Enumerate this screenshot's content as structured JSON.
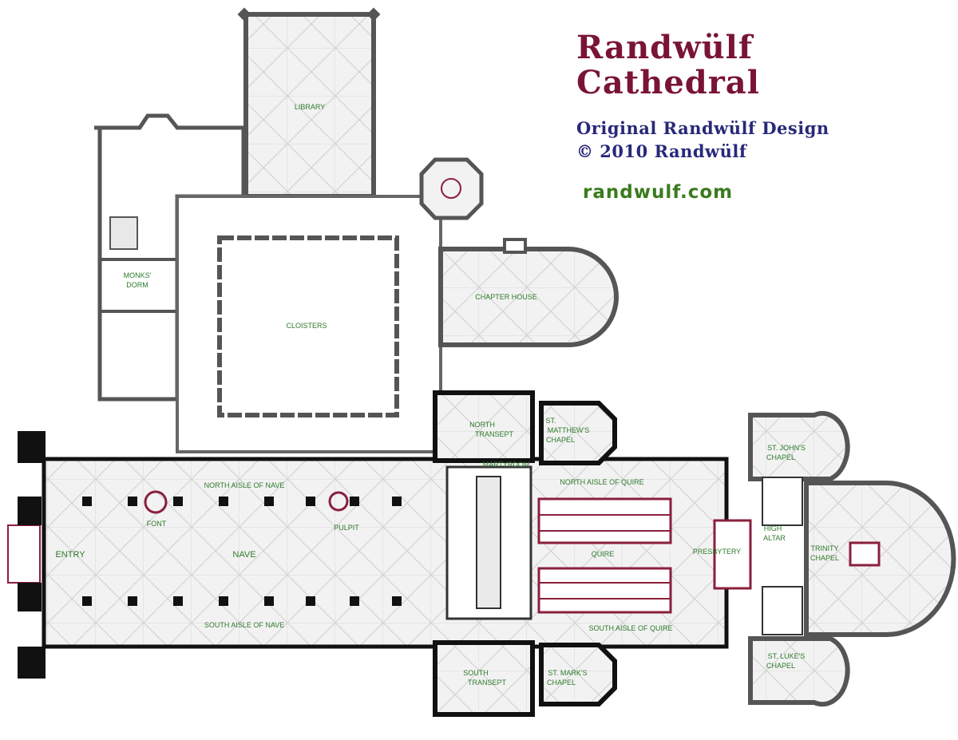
{
  "title": {
    "line1": "Randwülf",
    "line2": "Cathedral",
    "subtitle1": "Original Randwülf Design",
    "subtitle2": "© 2010 Randwülf",
    "website": "randwulf.com"
  },
  "rooms": {
    "library": "LIBRARY",
    "monks_dorm_1": "MONKS'",
    "monks_dorm_2": "DORM",
    "cloisters": "CLOISTERS",
    "chapter_house": "CHAPTER HOUSE",
    "north_transept_1": "NORTH",
    "north_transept_2": "TRANSEPT",
    "st_matthews_1": "ST.",
    "st_matthews_2": "MATTHEW'S",
    "st_matthews_3": "CHAPEL",
    "martyrdom": "MARTYRDOM",
    "north_aisle_nave": "NORTH AISLE OF NAVE",
    "font": "FONT",
    "pulpit": "PULPIT",
    "entry": "ENTRY",
    "nave": "NAVE",
    "south_aisle_nave": "SOUTH AISLE OF NAVE",
    "north_aisle_quire": "NORTH AISLE OF QUIRE",
    "quire": "QUIRE",
    "presbytery": "PRESBYTERY",
    "high_altar_1": "HIGH",
    "high_altar_2": "ALTAR",
    "trinity_chapel_1": "TRINITY",
    "trinity_chapel_2": "CHAPEL",
    "st_johns_1": "ST. JOHN'S",
    "st_johns_2": "CHAPEL",
    "south_aisle_quire": "SOUTH AISLE OF QUIRE",
    "south_transept_1": "SOUTH",
    "south_transept_2": "TRANSEPT",
    "st_marks_1": "ST. MARK'S",
    "st_marks_2": "CHAPEL",
    "st_lukes_1": "ST. LUKE'S",
    "st_lukes_2": "CHAPEL"
  },
  "colors": {
    "title": "#7a1434",
    "subtitle": "#28287a",
    "website": "#3a7a1e",
    "label": "#2f7a2a",
    "wall": "#111111",
    "floor": "#f2f2f2",
    "furniture": "#8a1f3c"
  }
}
